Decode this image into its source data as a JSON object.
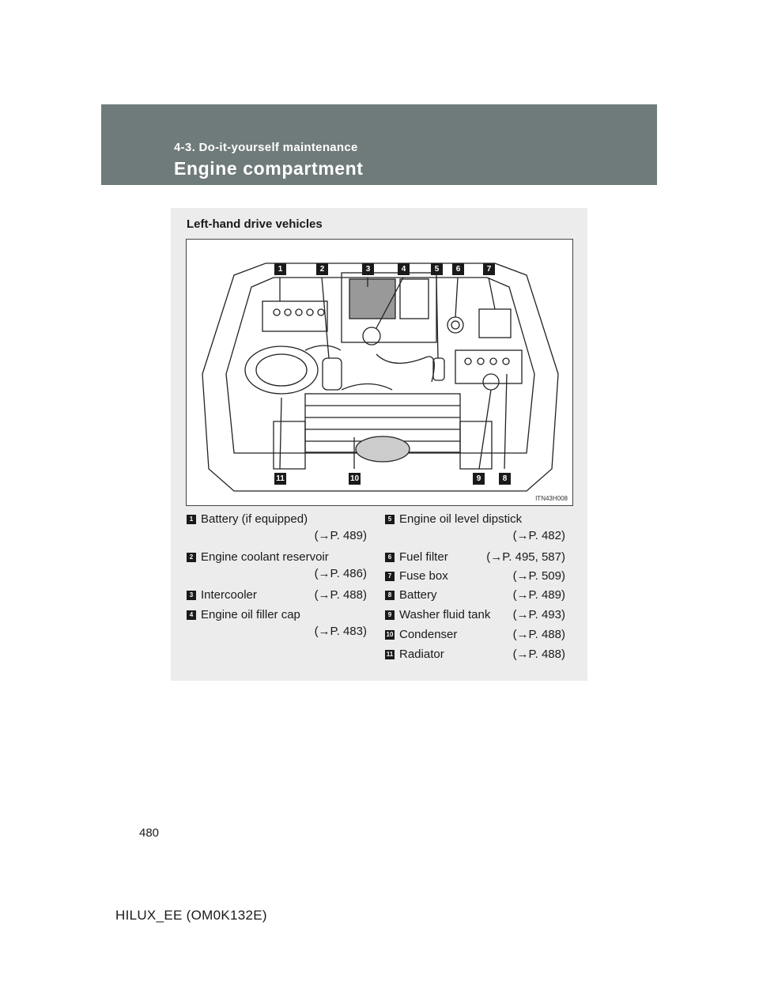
{
  "header": {
    "section": "4-3. Do-it-yourself maintenance",
    "title": "Engine compartment"
  },
  "panel": {
    "variant": "Left-hand drive vehicles",
    "figure_code": "ITN43H008",
    "callouts": [
      "1",
      "2",
      "3",
      "4",
      "5",
      "6",
      "7",
      "8",
      "9",
      "10",
      "11"
    ]
  },
  "items_left": [
    {
      "num": "1",
      "label": "Battery (if equipped)",
      "ref": "(→P. 489)"
    },
    {
      "num": "2",
      "label": "Engine coolant reservoir",
      "ref": "(→P. 486)"
    },
    {
      "num": "3",
      "label": "Intercooler",
      "ref": "(→P. 488)"
    },
    {
      "num": "4",
      "label": "Engine oil filler cap",
      "ref": "(→P. 483)"
    }
  ],
  "items_right": [
    {
      "num": "5",
      "label": "Engine oil level dipstick",
      "ref": "(→P. 482)"
    },
    {
      "num": "6",
      "label": "Fuel filter",
      "ref": "(→P. 495, 587)"
    },
    {
      "num": "7",
      "label": "Fuse box",
      "ref": "(→P. 509)"
    },
    {
      "num": "8",
      "label": "Battery",
      "ref": "(→P. 489)"
    },
    {
      "num": "9",
      "label": "Washer fluid tank",
      "ref": "(→P. 493)"
    },
    {
      "num": "10",
      "label": "Condenser",
      "ref": "(→P. 488)"
    },
    {
      "num": "11",
      "label": "Radiator",
      "ref": "(→P. 488)"
    }
  ],
  "page_number": "480",
  "footer": "HILUX_EE (OM0K132E)"
}
